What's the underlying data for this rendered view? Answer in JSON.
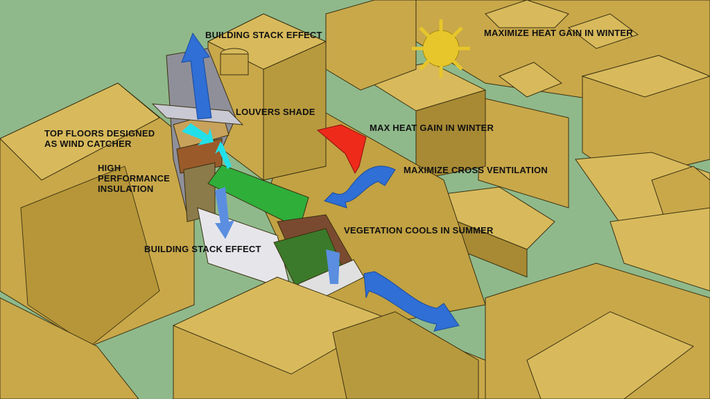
{
  "labels": {
    "stack_effect_top": "BUILDING STACK EFFECT",
    "maximize_heat_gain": "MAXIMIZE HEAT GAIN IN WINTER",
    "louvers_shade": "LOUVERS SHADE",
    "max_heat_gain": "MAX HEAT GAIN IN WINTER",
    "wind_catcher_line1": "TOP FLOORS DESIGNED",
    "wind_catcher_line2": "AS WIND  CATCHER",
    "insulation_line1": "HIGH",
    "insulation_line2": "PERFORMANCE",
    "insulation_line3": "INSULATION",
    "cross_ventilation": "MAXIMIZE  CROSS  VENTILATION",
    "vegetation": "VEGETATION COOLS IN SUMMER",
    "stack_effect_bottom": "BUILDING STACK EFFECT"
  },
  "colors": {
    "ground": "#8fb98b",
    "building": "#c9a84a",
    "building_top": "#d8ba5c",
    "building_side": "#a88a34",
    "blue_arrow": "#2f6fd6",
    "cyan_arrow": "#22e0ea",
    "red_arrow": "#ee2a1a",
    "green_roof": "#2fae3a",
    "sun": "#e6c62a"
  }
}
